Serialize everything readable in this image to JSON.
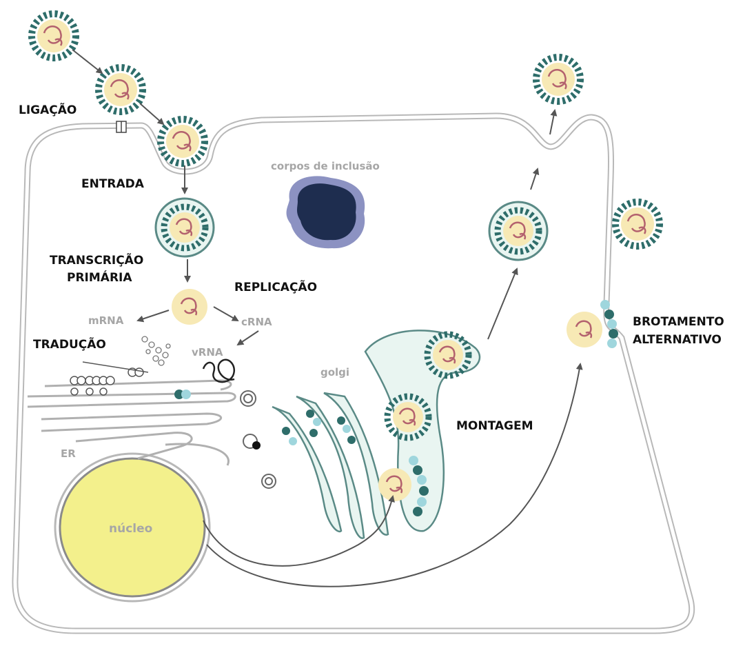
{
  "labels": {
    "ligacao": "LIGAÇÃO",
    "entrada": "ENTRADA",
    "transcricao_line1": "TRANSCRIÇÃO",
    "transcricao_line2": "PRIMÁRIA",
    "replicacao": "REPLICAÇÃO",
    "traducao": "TRADUÇÃO",
    "montagem": "MONTAGEM",
    "brotamento_line1": "BROTAMENTO",
    "brotamento_line2": "ALTERNATIVO",
    "corpos": "corpos de inclusão",
    "mrna": "mRNA",
    "crna": "cRNA",
    "vrna": "vRNA",
    "golgi": "golgi",
    "er": "ER",
    "nucleo": "núcleo"
  },
  "colors": {
    "membrane": "#b8b8b8",
    "virion_core": "#f7e9b5",
    "rna_strand": "#b3616e",
    "spike_teal": "#2e6d6a",
    "spike_light": "#9fd6dd",
    "inclusion_body": "#1e2d4f",
    "inclusion_halo": "#8c92c2",
    "nucleus": "#f3f08c",
    "golgi_fill": "#e9f5f1",
    "arrow": "#555555"
  }
}
